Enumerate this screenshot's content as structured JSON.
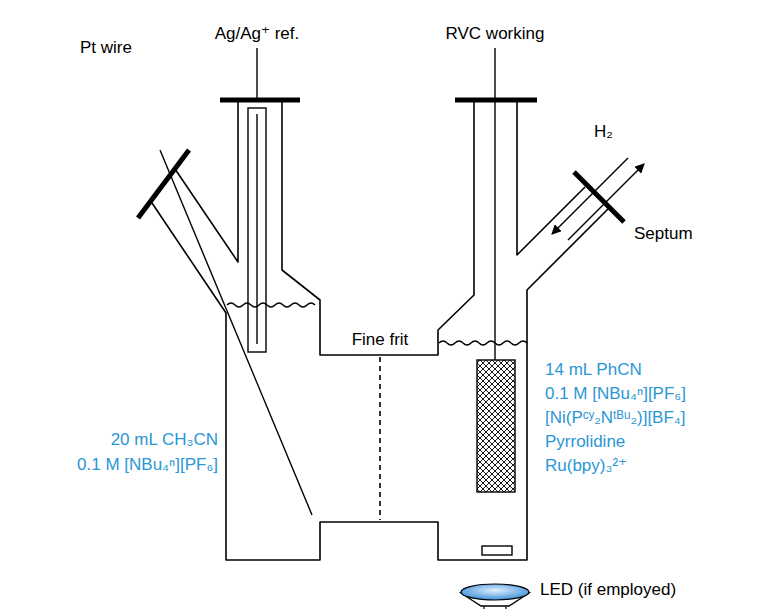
{
  "diagram": {
    "labels": [
      "Ag/Ag⁺ ref.",
      "RVC working",
      "Pt wire",
      "H₂",
      "Septum",
      "Fine frit",
      "20 mL CH₃CN",
      "0.1 M [NBu₄ⁿ][PF₆]",
      "14 mL PhCN",
      "0.1 M [NBu₄ⁿ][PF₆]",
      "[Ni(Pᶜʸ₂Nᵗᴮᵘ₂)][BF₄]",
      "Pyrrolidine",
      "Ru(bpy)₃²⁺",
      "LED (if employed)"
    ]
  }
}
